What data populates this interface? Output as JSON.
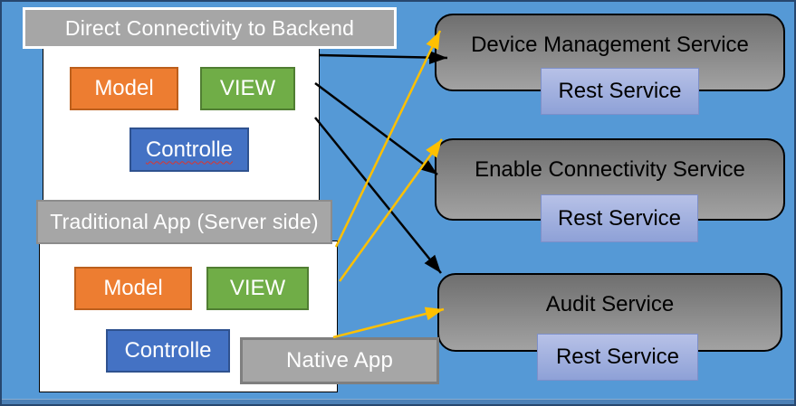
{
  "diagram": {
    "direct_backend": {
      "title": "Direct Connectivity to Backend",
      "model": "Model",
      "view": "VIEW",
      "controller": "Controlle"
    },
    "traditional_app": {
      "title": "Traditional App (Server side)",
      "model": "Model",
      "view": "VIEW",
      "controller": "Controlle"
    },
    "native_app": {
      "label": "Native App"
    },
    "services": [
      {
        "name": "Device Management Service",
        "sub": "Rest Service"
      },
      {
        "name": "Enable Connectivity Service",
        "sub": "Rest Service"
      },
      {
        "name": "Audit Service",
        "sub": "Rest Service"
      }
    ],
    "colors": {
      "background": "#5599d6",
      "outer_border": "#27476f",
      "gray_box": "#a6a6a6",
      "model_orange": "#ed7d31",
      "view_green": "#70ad47",
      "controller_blue": "#4472c4",
      "service_gradient_top": "#6f6f6f",
      "service_gradient_bottom": "#a2a2a2",
      "rest_gradient_top": "#b7c1e7",
      "rest_gradient_bottom": "#8ea1d7",
      "arrow_black": "#000000",
      "arrow_yellow": "#ffc000"
    }
  }
}
